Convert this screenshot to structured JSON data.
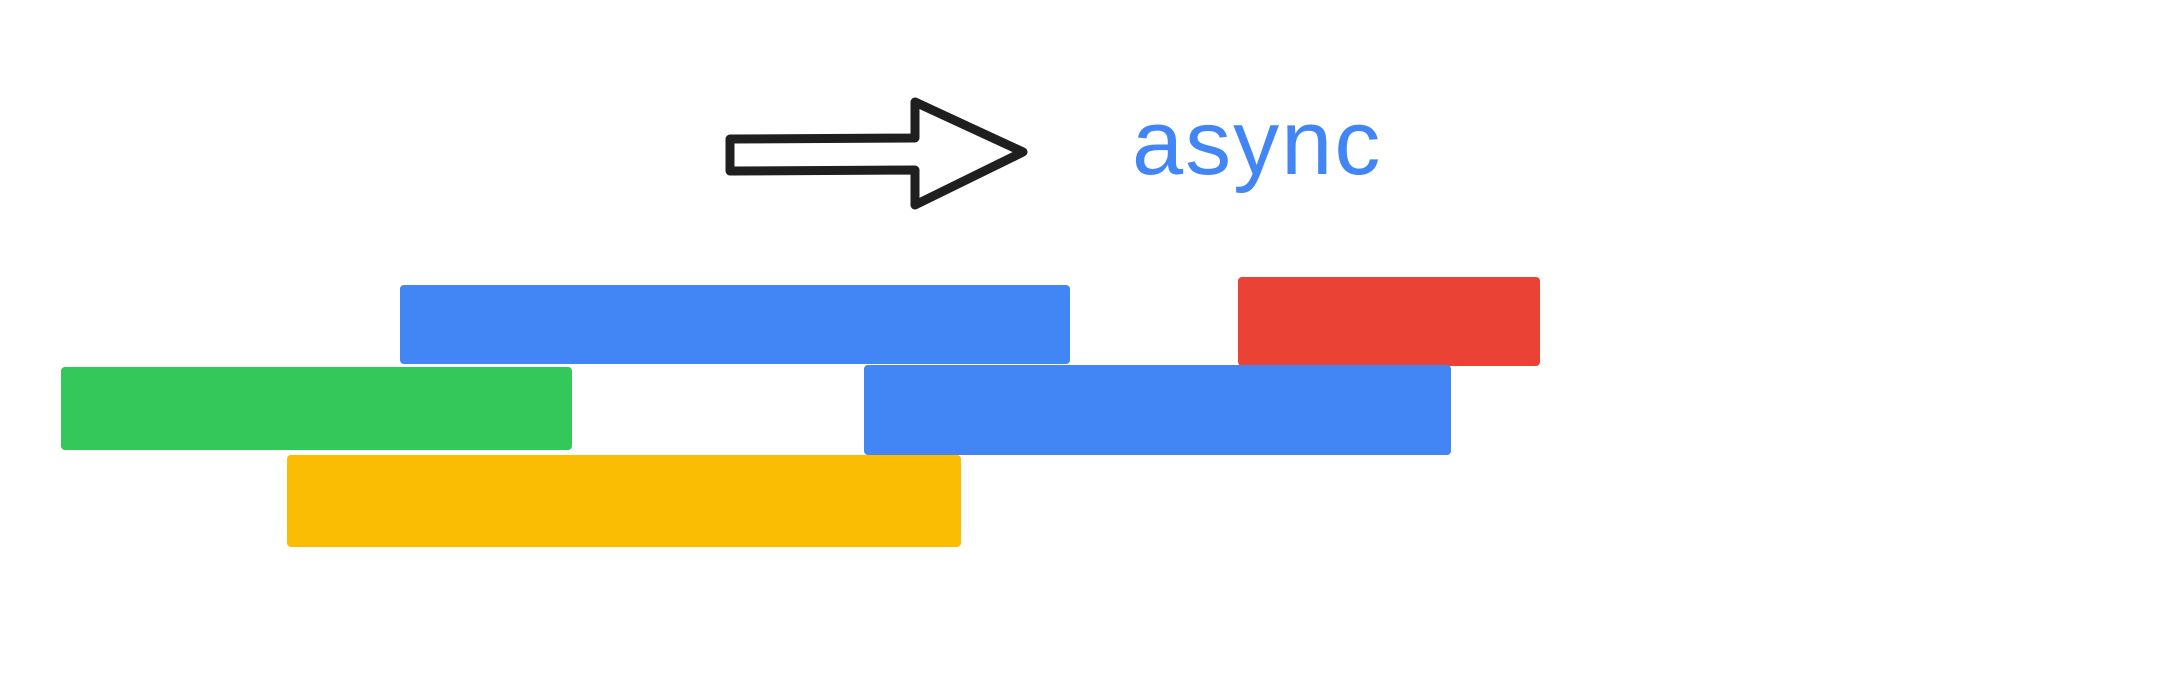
{
  "label": {
    "text": "async",
    "color": "#4285f4"
  },
  "arrow": {
    "icon": "right-arrow-icon",
    "stroke": "#1f1f1f"
  },
  "bars": [
    {
      "id": "blue-top",
      "color": "#4285f4"
    },
    {
      "id": "red",
      "color": "#ea4335"
    },
    {
      "id": "green",
      "color": "#34c759"
    },
    {
      "id": "blue-mid",
      "color": "#4285f4"
    },
    {
      "id": "yellow",
      "color": "#fbbc04"
    }
  ]
}
